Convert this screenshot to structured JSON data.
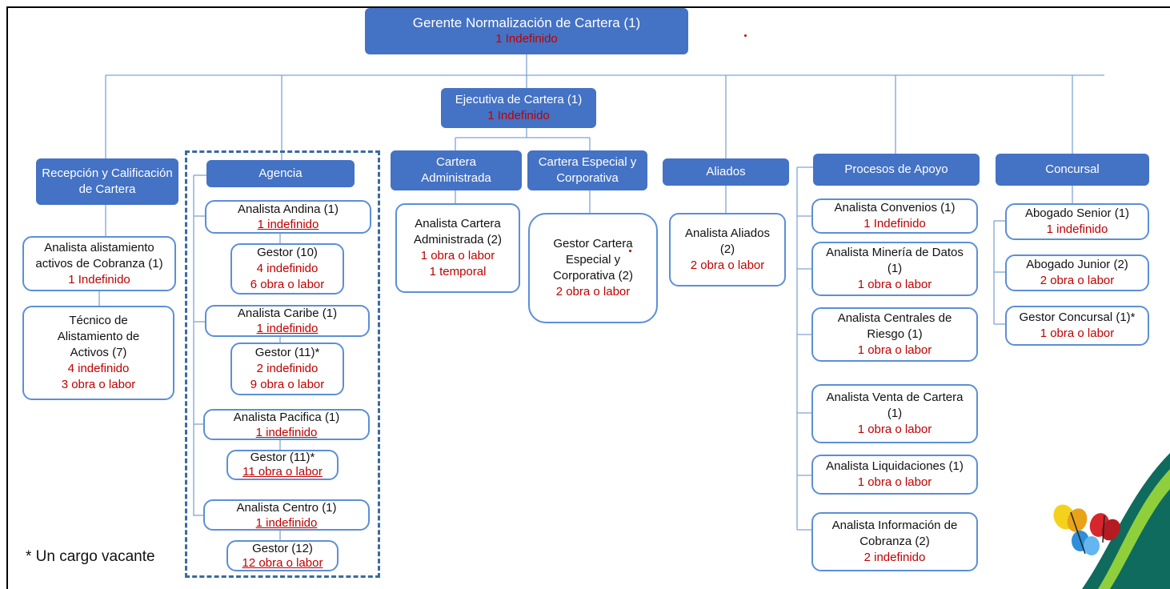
{
  "diagram": {
    "root": {
      "title": "Gerente Normalización de Cartera (1)",
      "sub": "1 Indefinido"
    },
    "exec": {
      "title": "Ejecutiva de Cartera (1)",
      "sub": "1 Indefinido"
    },
    "depts": {
      "recepcion": "Recepción y Calificación de Cartera",
      "agencia": "Agencia",
      "cartera_admin": "Cartera Administrada",
      "cartera_especial": "Cartera Especial y Corporativa",
      "aliados": "Aliados",
      "procesos": "Procesos de Apoyo",
      "concursal": "Concursal"
    },
    "recepcion_boxes": [
      {
        "lines": [
          "Analista alistamiento",
          "activos de Cobranza (1)"
        ],
        "red": [
          "1 Indefinido"
        ]
      },
      {
        "lines": [
          "Técnico de",
          "Alistamiento de",
          "Activos (7)"
        ],
        "red": [
          "4 indefinido",
          "3 obra o labor"
        ]
      }
    ],
    "agencia_boxes": [
      {
        "lines": [
          "Analista Andina (1)"
        ],
        "red": [
          "1 indefinido"
        ]
      },
      {
        "lines": [
          "Gestor (10)"
        ],
        "red": [
          "4 indefinido",
          "6 obra o labor"
        ]
      },
      {
        "lines": [
          "Analista Caribe (1)"
        ],
        "red": [
          "1 indefinido"
        ]
      },
      {
        "lines": [
          "Gestor (11)*"
        ],
        "red": [
          "2 indefinido",
          "9 obra o labor"
        ]
      },
      {
        "lines": [
          "Analista Pacifica (1)"
        ],
        "red": [
          "1 indefinido"
        ]
      },
      {
        "lines": [
          "Gestor (11)*"
        ],
        "red": [
          "11 obra o labor"
        ]
      },
      {
        "lines": [
          "Analista Centro (1)"
        ],
        "red": [
          "1 indefinido"
        ]
      },
      {
        "lines": [
          "Gestor (12)"
        ],
        "red": [
          "12 obra o labor"
        ]
      }
    ],
    "cartera_admin_box": {
      "lines": [
        "Analista Cartera",
        "Administrada (2)"
      ],
      "red": [
        "1 obra o labor",
        "1  temporal"
      ]
    },
    "cartera_especial_box": {
      "lines": [
        "Gestor Cartera",
        "Especial y",
        "Corporativa (2)"
      ],
      "red": [
        "2 obra o labor"
      ]
    },
    "aliados_box": {
      "lines": [
        "Analista Aliados",
        "(2)"
      ],
      "red": [
        "2 obra o labor"
      ]
    },
    "procesos_boxes": [
      {
        "lines": [
          "Analista Convenios (1)"
        ],
        "red": [
          "1 Indefinido"
        ]
      },
      {
        "lines": [
          "Analista Minería de Datos",
          "(1)"
        ],
        "red": [
          "1 obra o labor"
        ]
      },
      {
        "lines": [
          "Analista Centrales de",
          "Riesgo (1)"
        ],
        "red": [
          "1 obra o labor"
        ]
      },
      {
        "lines": [
          "Analista Venta de Cartera",
          "(1)"
        ],
        "red": [
          "1 obra o labor"
        ]
      },
      {
        "lines": [
          "Analista Liquidaciones (1)"
        ],
        "red": [
          "1 obra o labor"
        ]
      },
      {
        "lines": [
          "Analista Información de",
          "Cobranza (2)"
        ],
        "red": [
          "2 indefinido"
        ]
      }
    ],
    "concursal_boxes": [
      {
        "lines": [
          "Abogado Senior (1)"
        ],
        "red": [
          "1 indefinido"
        ]
      },
      {
        "lines": [
          "Abogado Junior (2)"
        ],
        "red": [
          "2 obra o labor"
        ]
      },
      {
        "lines": [
          "Gestor Concursal (1)*"
        ],
        "red": [
          "1 obra o labor"
        ]
      }
    ],
    "note": "* Un cargo vacante",
    "colors": {
      "header_fill": "#4472c4",
      "box_border": "#5b8fd6",
      "accent_red": "#c00000"
    }
  }
}
